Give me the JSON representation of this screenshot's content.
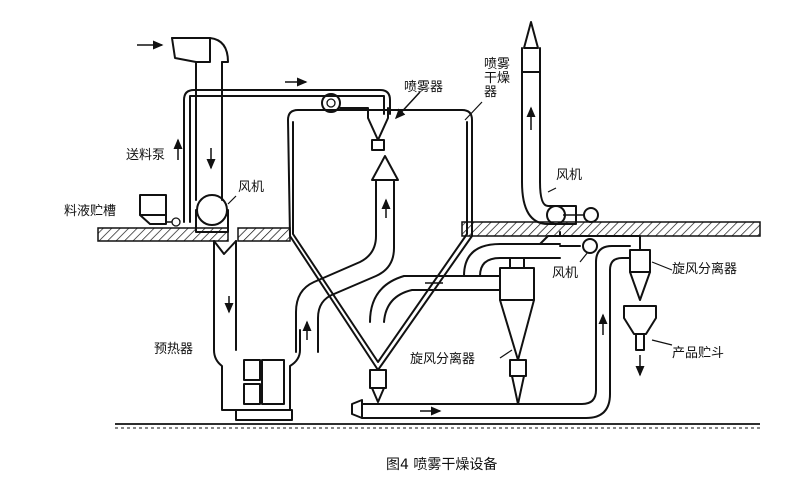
{
  "labels": {
    "sprayer": "喷雾器",
    "spray_dryer": "喷雾干燥器",
    "feed_pump": "送料泵",
    "fan_left": "风机",
    "fan_right": "风机",
    "fan_lower": "风机",
    "feed_tank": "料液贮槽",
    "cyclone_right": "旋风分离器",
    "preheater": "预热器",
    "cyclone_center": "旋风分离器",
    "product_hopper": "产品贮斗"
  },
  "caption": "图4   喷雾干燥设备"
}
